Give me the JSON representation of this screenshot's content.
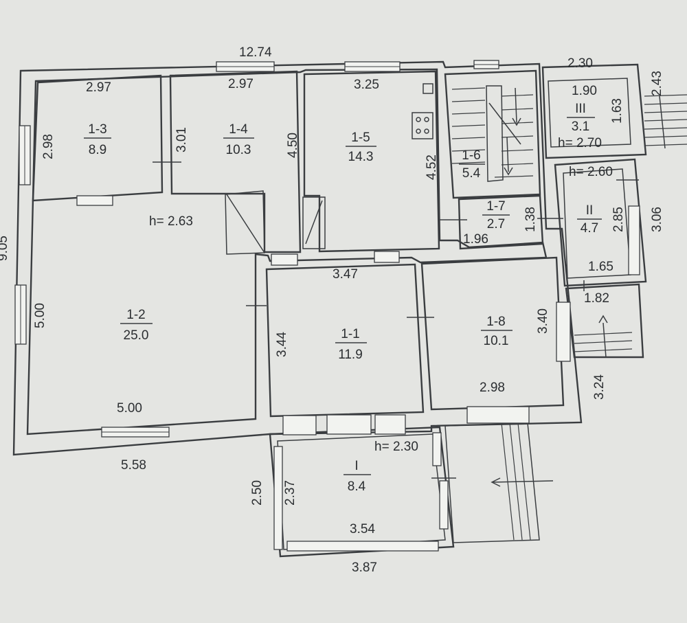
{
  "plan": {
    "overall_width": "12.74",
    "overall_left_height": "9.05",
    "rooms": [
      {
        "id": "1-1",
        "area": "11.9"
      },
      {
        "id": "1-2",
        "area": "25.0"
      },
      {
        "id": "1-3",
        "area": "8.9"
      },
      {
        "id": "1-4",
        "area": "10.3"
      },
      {
        "id": "1-5",
        "area": "14.3"
      },
      {
        "id": "1-6",
        "area": "5.4"
      },
      {
        "id": "1-7",
        "area": "2.7"
      },
      {
        "id": "1-8",
        "area": "10.1"
      },
      {
        "id": "I",
        "area": "8.4"
      },
      {
        "id": "II",
        "area": "4.7"
      },
      {
        "id": "III",
        "area": "3.1"
      }
    ],
    "heights": {
      "main": "h= 2.63",
      "porch": "h= 2.30",
      "annex_ii": "h= 2.60",
      "annex_iii": "h= 2.70"
    },
    "dimensions": {
      "r13_w": "2.97",
      "r13_h": "2.98",
      "r14_w": "2.97",
      "r14_h": "3.01",
      "r14_right": "4.50",
      "r15_w": "3.25",
      "r15_h": "4.52",
      "r17_w": "1.96",
      "r17_h": "1.38",
      "r12_h": "5.00",
      "r12_w": "5.00",
      "r12_outer": "5.58",
      "r11_w": "3.47",
      "r11_h": "3.44",
      "r18_w": "2.98",
      "r18_h": "3.40",
      "porch_w_inner": "3.54",
      "porch_w_outer": "3.87",
      "porch_h_inner": "2.37",
      "porch_h_outer": "2.50",
      "iii_w_outer": "2.30",
      "iii_w_inner": "1.90",
      "iii_h": "1.63",
      "iii_step": "2.43",
      "ii_h": "2.85",
      "ii_outer": "3.06",
      "ii_w": "1.65",
      "vest_w": "1.82",
      "vest_h": "3.24"
    }
  }
}
